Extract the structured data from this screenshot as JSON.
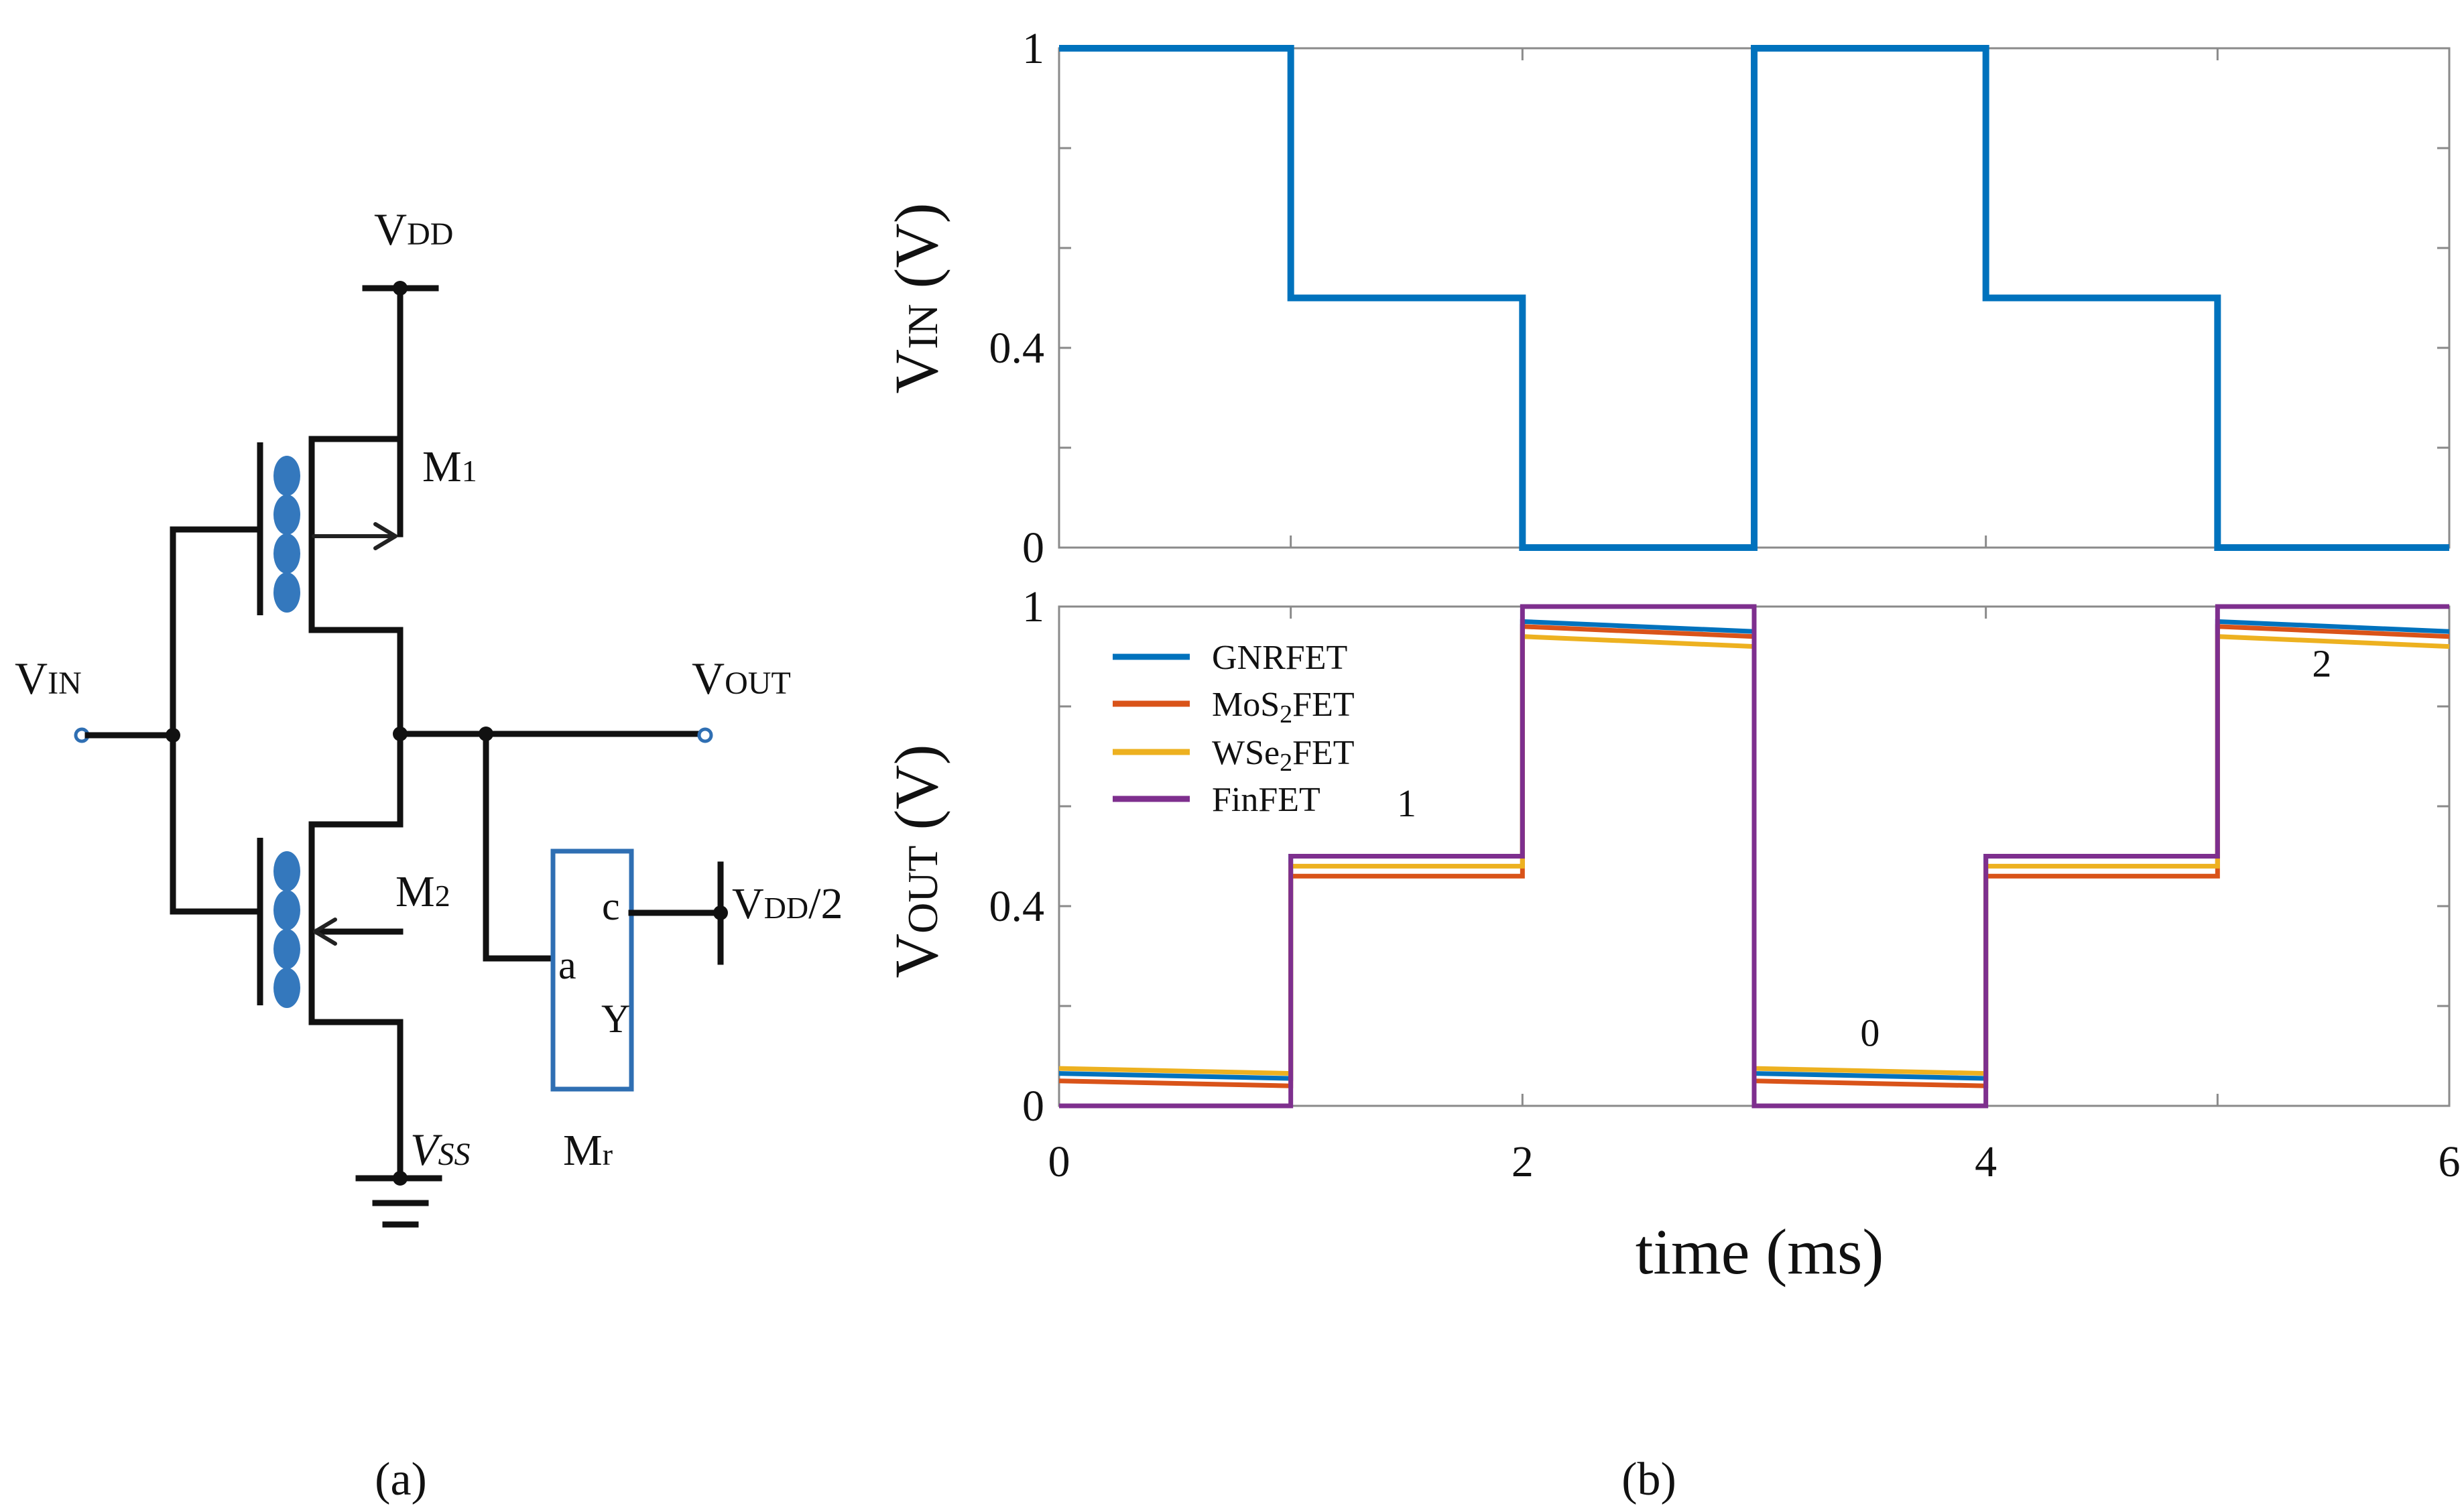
{
  "colors": {
    "gnrfet": "#0072BD",
    "mos2fet": "#D95319",
    "wse2fet": "#EDB120",
    "finfet": "#7E2F8E",
    "cnt_blue": "#3478BD",
    "wire": "#111111"
  },
  "panel_a": {
    "caption": "(a)",
    "labels": {
      "vdd": {
        "main": "V",
        "sub": "DD"
      },
      "vin": {
        "main": "V",
        "sub": "IN"
      },
      "vout": {
        "main": "V",
        "sub": "OUT"
      },
      "vss": {
        "main": "V",
        "sub": "SS"
      },
      "m1": {
        "main": "M",
        "sub": "1"
      },
      "m2": {
        "main": "M",
        "sub": "2"
      },
      "mr": {
        "main": "M",
        "sub": "r"
      },
      "vdd2": {
        "main": "V",
        "sub": "DD",
        "suffix": "/2"
      },
      "pin_a": "a",
      "pin_c": "c",
      "pin_y": "Y"
    }
  },
  "panel_b": {
    "caption": "(b)",
    "xlabel": "time (ms)",
    "top_ylabel": {
      "main": "V",
      "sub": "IN",
      "unit": " (V)"
    },
    "bottom_ylabel": {
      "main": "V",
      "sub": "OUT",
      "unit": " (V)"
    },
    "annotations": [
      {
        "text": "1",
        "x": 1.5,
        "y": 0.58
      },
      {
        "text": "2",
        "x": 5.45,
        "y": 0.86
      },
      {
        "text": "0",
        "x": 3.5,
        "y": 0.12
      }
    ]
  },
  "chart_data": [
    {
      "type": "line",
      "xlim": [
        0,
        6
      ],
      "ylim": [
        0,
        1
      ],
      "yticks": [
        0,
        0.4,
        1
      ],
      "ytick_labels": [
        "0",
        "0.4",
        "1"
      ],
      "series": [
        {
          "x": [
            0,
            1,
            1,
            2,
            2,
            3,
            3,
            4,
            4,
            5,
            5,
            6
          ],
          "y": [
            1,
            1,
            0.5,
            0.5,
            0,
            0,
            1,
            1,
            0.5,
            0.5,
            0,
            0
          ]
        }
      ]
    },
    {
      "type": "line",
      "xlim": [
        0,
        6
      ],
      "xticks": [
        0,
        2,
        4,
        6
      ],
      "xtick_labels": [
        "0",
        "2",
        "4",
        "6"
      ],
      "ylim": [
        0,
        1
      ],
      "yticks": [
        0,
        0.4,
        1
      ],
      "ytick_labels": [
        "0",
        "0.4",
        "1"
      ],
      "legend_position": "top-left",
      "series": [
        {
          "name": "GNRFET",
          "x": [
            0,
            1,
            1,
            2,
            2,
            3,
            3,
            4,
            4,
            5,
            5,
            6
          ],
          "y": [
            0.065,
            0.055,
            0.5,
            0.5,
            0.97,
            0.95,
            0.065,
            0.055,
            0.5,
            0.5,
            0.97,
            0.95
          ]
        },
        {
          "name": "MoS",
          "name_sub": "2",
          "name_suffix": "FET",
          "x": [
            0,
            1,
            1,
            2,
            2,
            3,
            3,
            4,
            4,
            5,
            5,
            6
          ],
          "y": [
            0.05,
            0.04,
            0.46,
            0.46,
            0.96,
            0.94,
            0.05,
            0.04,
            0.46,
            0.46,
            0.96,
            0.94
          ]
        },
        {
          "name": "WSe",
          "name_sub": "2",
          "name_suffix": "FET",
          "x": [
            0,
            1,
            1,
            2,
            2,
            3,
            3,
            4,
            4,
            5,
            5,
            6
          ],
          "y": [
            0.075,
            0.065,
            0.48,
            0.48,
            0.94,
            0.92,
            0.075,
            0.065,
            0.48,
            0.48,
            0.94,
            0.92
          ]
        },
        {
          "name": "FinFET",
          "x": [
            0,
            1,
            1,
            2,
            2,
            3,
            3,
            4,
            4,
            5,
            5,
            6
          ],
          "y": [
            0,
            0,
            0.5,
            0.5,
            1,
            1,
            0,
            0,
            0.5,
            0.5,
            1,
            1
          ]
        }
      ]
    }
  ]
}
